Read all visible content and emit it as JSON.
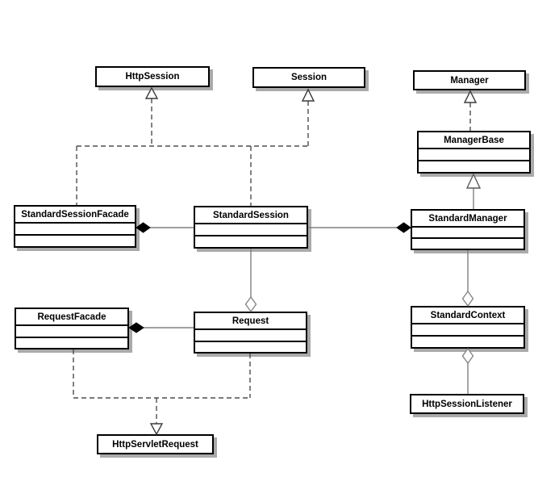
{
  "diagram": {
    "type": "uml-class-diagram",
    "colors": {
      "background": "#ffffff",
      "box_fill": "#ffffff",
      "box_border": "#000000",
      "box_shadow": "#aaaaaa",
      "association_line": "#808080",
      "dashed_line": "#4d4d4d",
      "composition_diamond": "#000000",
      "aggregation_diamond_fill": "#ffffff"
    },
    "nodes": {
      "http_session": {
        "label": "HttpSession"
      },
      "session": {
        "label": "Session"
      },
      "manager": {
        "label": "Manager"
      },
      "manager_base": {
        "label": "ManagerBase"
      },
      "standard_session_facade": {
        "label": "StandardSessionFacade"
      },
      "standard_session": {
        "label": "StandardSession"
      },
      "standard_manager": {
        "label": "StandardManager"
      },
      "request_facade": {
        "label": "RequestFacade"
      },
      "request": {
        "label": "Request"
      },
      "standard_context": {
        "label": "StandardContext"
      },
      "http_session_listener": {
        "label": "HttpSessionListener"
      },
      "http_servlet_request": {
        "label": "HttpServletRequest"
      }
    },
    "relationships": [
      {
        "type": "realization",
        "from": "StandardSessionFacade",
        "to": "HttpSession",
        "line": "dashed-hollow-triangle"
      },
      {
        "type": "realization",
        "from": "StandardSession",
        "to": "HttpSession",
        "line": "dashed-hollow-triangle"
      },
      {
        "type": "realization",
        "from": "StandardSessionFacade",
        "to": "Session",
        "line": "dashed-hollow-triangle"
      },
      {
        "type": "realization",
        "from": "StandardSession",
        "to": "Session",
        "line": "dashed-hollow-triangle"
      },
      {
        "type": "realization",
        "from": "ManagerBase",
        "to": "Manager",
        "line": "dashed-hollow-triangle"
      },
      {
        "type": "generalization",
        "from": "StandardManager",
        "to": "ManagerBase",
        "line": "solid-hollow-triangle"
      },
      {
        "type": "composition",
        "whole": "StandardSessionFacade",
        "part": "StandardSession"
      },
      {
        "type": "composition",
        "whole": "StandardManager",
        "part": "StandardSession"
      },
      {
        "type": "composition",
        "whole": "RequestFacade",
        "part": "Request"
      },
      {
        "type": "aggregation",
        "whole": "Request",
        "part": "StandardSession"
      },
      {
        "type": "aggregation",
        "whole": "StandardContext",
        "part": "StandardManager"
      },
      {
        "type": "aggregation",
        "whole": "StandardContext",
        "part": "HttpSessionListener"
      },
      {
        "type": "realization",
        "from": "RequestFacade",
        "to": "HttpServletRequest",
        "line": "dashed-hollow-triangle"
      },
      {
        "type": "realization",
        "from": "Request",
        "to": "HttpServletRequest",
        "line": "dashed-hollow-triangle"
      }
    ]
  }
}
